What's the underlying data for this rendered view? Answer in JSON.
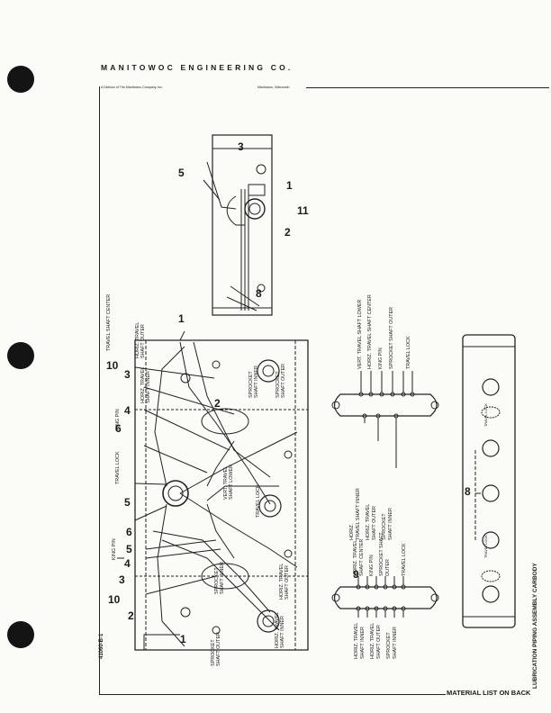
{
  "header": {
    "company": "MANITOWOC ENGINEERING CO.",
    "division": "A Division of The Manitowoc Company, Inc.",
    "location": "Manitowoc, Wisconsin"
  },
  "drawing": {
    "number": "41060-B-1",
    "title": "LUBRICATION PIPING ASSEMBLY CARBODY",
    "footer_note": "MATERIAL LIST ON BACK"
  },
  "main_view_labels": {
    "travel_shaft_center": "TRAVEL SHAFT CENTER",
    "horiz_travel_shaft_outer": "HORIZ. TRAVEL\nSHAFT OUTER",
    "horiz_travel_shaft_inner": "HORIZ. TRAVEL\nSHAFT INNER",
    "king_pin_top": "KING PIN",
    "travel_lock": "TRAVEL LOCK",
    "vert_travel_lower": "VERT. TRAVEL\nSHAFT LOWER",
    "king_pin_left": "KING PIN",
    "sprocket_shaft_inner_a": "SPROCKET\nSHAFT INNER",
    "sprocket_shaft_outer_a": "SPROCKET\nSHAFT OUTER",
    "sprocket_shaft_inner_b": "SPROCKET\nSHAFT INNER",
    "sprocket_shaft_outer_b": "SPROCKET\nSHAFT OUTER",
    "horiz_travel_shaft_outer_b": "HORIZ. TRAVEL\nSHAFT OUTER",
    "horiz_travel_shaft_inner_b": "HORIZ. TRAVEL\nSHAFT INNER",
    "travel_lock_b": "TRAVEL LOCK"
  },
  "manifold_right_labels": [
    "VERT. TRAVEL SHAFT LOWER",
    "HORIZ. TRAVEL SHAFT CENTER",
    "KING PIN",
    "SPROCKET SHAFT OUTER",
    "TRAVEL LOCK"
  ],
  "manifold_mid_labels": [
    "HORIZ.",
    "TRAVEL SHAFT INNER",
    "HORIZ. TRAVEL",
    "SHAFT OUTER",
    "SPROCKET",
    "SHAFT INNER"
  ],
  "manifold_center_labels": [
    "HORIZ. TRAVEL",
    "SHAFT CENTER",
    "KING PIN",
    "SPROCKET SHAFT",
    "OUTER",
    "TRAVEL LOCK"
  ],
  "manifold_left_labels": [
    "HORIZ. TRAVEL",
    "SHAFT INNER",
    "HORIZ. TRAVEL",
    "SHAFT OUTER",
    "SPROCKET",
    "SHAFT INNER"
  ],
  "callouts": {
    "n1_bottom": "1",
    "n2_bottom": "2",
    "n10_left": "10",
    "n3": "3",
    "n4": "4",
    "n5": "5",
    "n6_left": "6",
    "n6_top": "6",
    "n5_mid": "5",
    "n4_mid": "4",
    "n2_mid": "2",
    "n3_top": "3",
    "n10_top": "10",
    "n1_top": "1",
    "n9": "9",
    "n8_right": "8",
    "n5_inset": "5",
    "n3_inset": "3",
    "n1_inset": "1",
    "n11_inset": "11",
    "n2_inset": "2",
    "n8_inset": "8"
  },
  "carbody_marks": [
    "TRAVEL LOCK",
    "TRAVEL LOCK"
  ]
}
